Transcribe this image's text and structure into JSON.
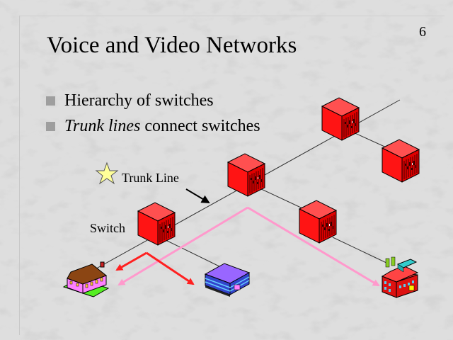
{
  "slide": {
    "title": "Voice and Video Networks",
    "page_number": "6"
  },
  "bullets": [
    {
      "italic_part": "",
      "text": "Hierarchy of switches"
    },
    {
      "italic_part": "Trunk lines",
      "text": " connect switches"
    }
  ],
  "diagram": {
    "labels": {
      "trunk_line": "Trunk Line",
      "switch": "Switch"
    },
    "colors": {
      "switch_front": "#ff1414",
      "switch_top": "#ff5050",
      "switch_side": "#d80000",
      "trunk_line": "#333333",
      "call_path_red": "#ff2020",
      "call_path_pink": "#ff99cc",
      "star": "#ffff99",
      "house_wall": "#ff80ff",
      "house_roof": "#8b4513",
      "office_top": "#9966ff",
      "office_wall": "#3333cc",
      "factory": "#ff3333"
    },
    "nodes": [
      {
        "id": "switch-1",
        "type": "switch"
      },
      {
        "id": "switch-2",
        "type": "switch"
      },
      {
        "id": "switch-3",
        "type": "switch"
      },
      {
        "id": "switch-4",
        "type": "switch"
      },
      {
        "id": "switch-5",
        "type": "switch"
      },
      {
        "id": "house",
        "type": "house"
      },
      {
        "id": "office",
        "type": "office-building"
      },
      {
        "id": "factory",
        "type": "factory"
      }
    ]
  }
}
